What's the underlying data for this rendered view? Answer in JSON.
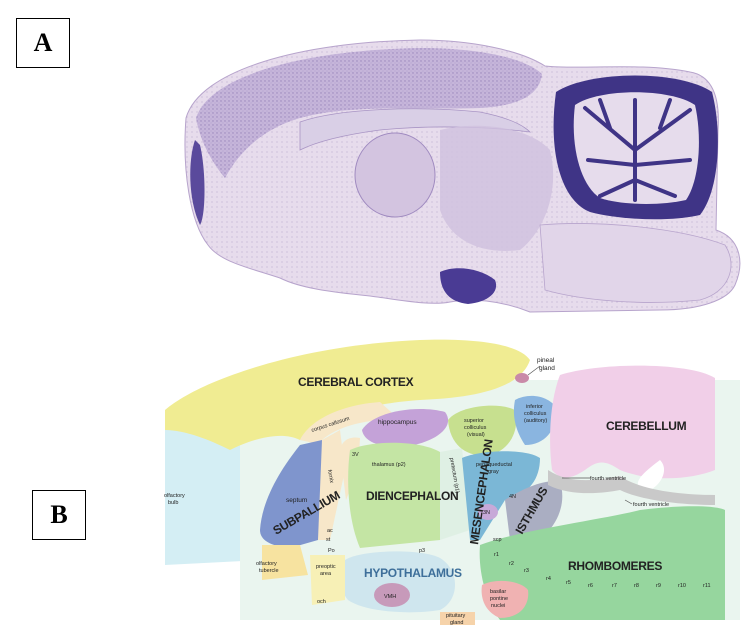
{
  "panels": {
    "a": {
      "label": "A"
    },
    "b": {
      "label": "B"
    }
  },
  "colors": {
    "stain_light": "#e4d8ea",
    "stain_mid": "#b9a6cf",
    "stain_dark": "#4b3f8f",
    "cortex": "#f0ec92",
    "cerebellum": "#f1cfe8",
    "diencephalon": "#c4e5a4",
    "hypothalamus": "#cfe6ee",
    "subpallium": "#7f95cd",
    "rhombomeres": "#96d69e",
    "mesencephalon": "#7bb7d6",
    "isthmus": "#aaaec2"
  },
  "diagram": {
    "regions": {
      "cerebral_cortex": "CEREBRAL CORTEX",
      "cerebellum": "CEREBELLUM",
      "diencephalon": "DIENCEPHALON",
      "mesencephalon": "MESENCEPHALON",
      "isthmus": "ISTHMUS",
      "subpallium": "SUBPALLIUM",
      "hypothalamus": "HYPOTHALAMUS",
      "rhombomeres": "RHOMBOMERES"
    },
    "structures": {
      "pineal_gland_1": "pineal",
      "pineal_gland_2": "gland",
      "corpus_callosum": "corpus callosum",
      "hippocampus": "hippocampus",
      "superior_colliculus_1": "superior",
      "superior_colliculus_2": "colliculus",
      "superior_colliculus_3": "(visual)",
      "inferior_colliculus_1": "inferior",
      "inferior_colliculus_2": "colliculus",
      "inferior_colliculus_3": "(auditory)",
      "periaqueductal_1": "periaqueductal",
      "periaqueductal_2": "gray",
      "thalamus": "thalamus (p2)",
      "pretectum": "pretectum (p1)",
      "fourth_ventricle_1": "fourth ventricle",
      "fourth_ventricle_2": "fourth ventricle",
      "olfactory_bulb_1": "olfactory",
      "olfactory_bulb_2": "bulb",
      "septum": "septum",
      "fornix": "fornix",
      "third_ventricle": "3V",
      "st": "st",
      "ac": "ac",
      "olfactory_tubercle_1": "olfactory",
      "olfactory_tubercle_2": "tubercle",
      "po": "Po",
      "p3": "p3",
      "preoptic_1": "preoptic",
      "preoptic_2": "area",
      "och": "och",
      "vmh": "VMH",
      "pituitary_1": "pituitary",
      "pituitary_2": "gland",
      "basilar_1": "basilar",
      "basilar_2": "pontine",
      "basilar_3": "nuclei",
      "three_n": "3N",
      "four_n": "4N",
      "scp": "scp",
      "r1": "r1",
      "r2": "r2",
      "r3": "r3",
      "r4": "r4",
      "r5": "r5",
      "r6": "r6",
      "r7": "r7",
      "r8": "r8",
      "r9": "r9",
      "r10": "r10",
      "r11": "r11"
    }
  }
}
